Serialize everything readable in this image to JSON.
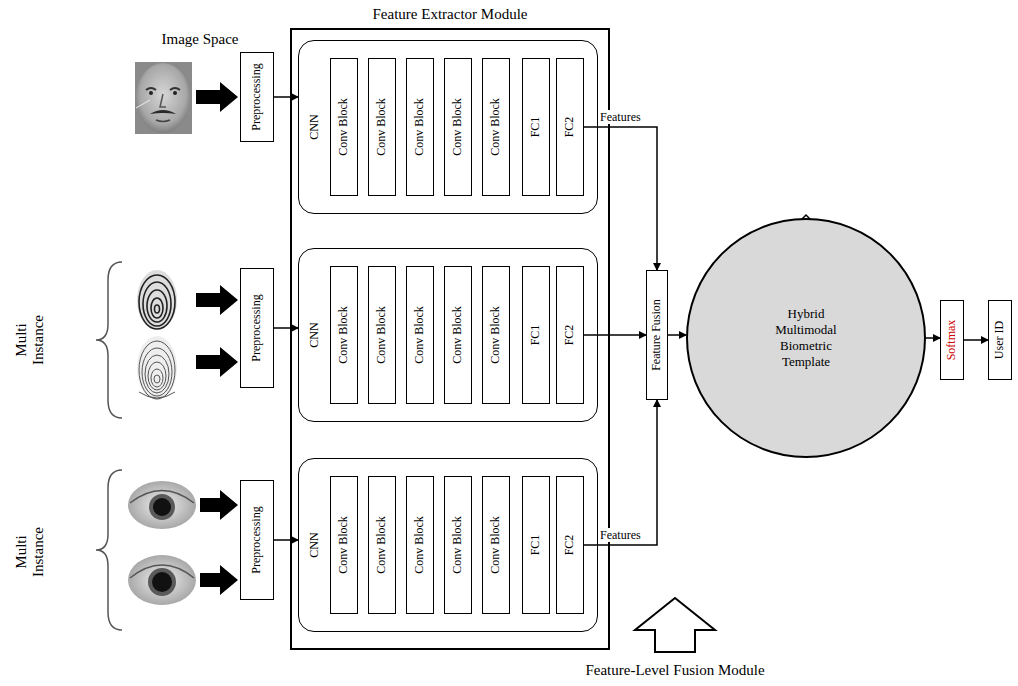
{
  "diagram": {
    "nodes": [
      {
        "text": [
          "Feature Extractor Module"
        ]
      },
      {
        "text": [
          "Preprocessing"
        ]
      },
      {
        "text": [
          "CNN"
        ],
        "in": 0
      },
      {
        "text": [
          "Conv Block"
        ],
        "in": 2
      },
      {
        "text": [
          "Conv Block"
        ],
        "in": 2
      },
      {
        "text": [
          "Conv Block"
        ],
        "in": 2
      },
      {
        "text": [
          "Conv Block"
        ],
        "in": 2
      },
      {
        "text": [
          "Conv Block"
        ],
        "in": 2
      },
      {
        "text": [
          "FC1"
        ],
        "in": 2
      },
      {
        "text": [
          "FC2"
        ],
        "in": 2
      },
      {
        "text": [
          "Preprocessing"
        ]
      },
      {
        "text": [
          "CNN"
        ],
        "in": 0
      },
      {
        "text": [
          "Conv Block"
        ],
        "in": 11
      },
      {
        "text": [
          "Conv Block"
        ],
        "in": 11
      },
      {
        "text": [
          "Conv Block"
        ],
        "in": 11
      },
      {
        "text": [
          "Conv Block"
        ],
        "in": 11
      },
      {
        "text": [
          "Conv Block"
        ],
        "in": 11
      },
      {
        "text": [
          "FC1"
        ],
        "in": 11
      },
      {
        "text": [
          "FC2"
        ],
        "in": 11
      },
      {
        "text": [
          "Preprocessing"
        ]
      },
      {
        "text": [
          "CNN"
        ],
        "in": 0
      },
      {
        "text": [
          "Conv Block"
        ],
        "in": 20
      },
      {
        "text": [
          "Conv Block"
        ],
        "in": 20
      },
      {
        "text": [
          "Conv Block"
        ],
        "in": 20
      },
      {
        "text": [
          "Conv Block"
        ],
        "in": 20
      },
      {
        "text": [
          "Conv Block"
        ],
        "in": 20
      },
      {
        "text": [
          "FC1"
        ],
        "in": 20
      },
      {
        "text": [
          "FC2"
        ],
        "in": 20
      },
      {
        "text": [
          "Feature Fusion"
        ]
      },
      {
        "text": [
          "Hybrid Multimodal Biometric Template"
        ]
      },
      {
        "text": [
          "Softmax"
        ]
      },
      {
        "text": [
          "User ID"
        ]
      }
    ],
    "edges": [
      {
        "from": 1,
        "to": 2,
        "arrow": "to"
      },
      {
        "from": 10,
        "to": 11,
        "arrow": "to"
      },
      {
        "from": 19,
        "to": 20,
        "arrow": "to"
      },
      {
        "from": 9,
        "to": 28,
        "label": "Features",
        "arrow": "to"
      },
      {
        "from": 18,
        "to": 28,
        "arrow": "to"
      },
      {
        "from": 27,
        "to": 28,
        "label": "Features",
        "arrow": "to"
      },
      {
        "from": 28,
        "to": 29,
        "arrow": "to"
      },
      {
        "from": 29,
        "to": 30,
        "arrow": "to"
      },
      {
        "from": 30,
        "to": 31,
        "arrow": "to"
      }
    ],
    "labels": [
      "Image Space",
      "Multi Instance",
      "Multi Instance",
      "Feature-Level Fusion Module"
    ]
  }
}
